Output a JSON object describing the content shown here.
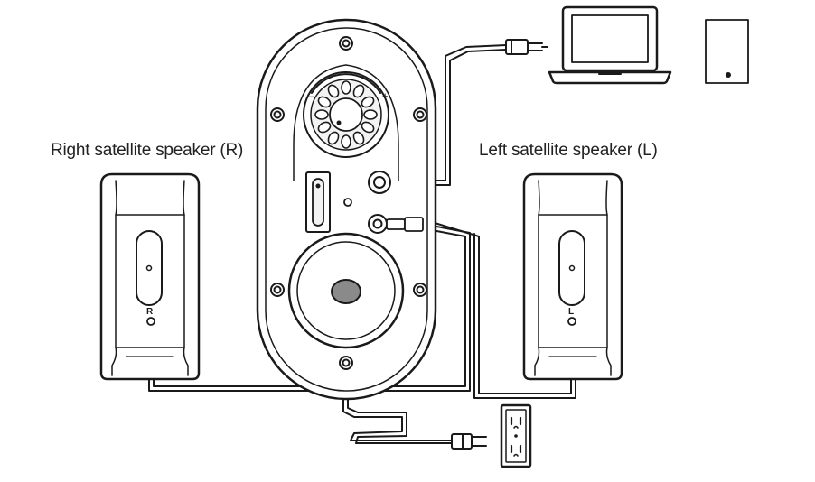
{
  "labels": {
    "right_speaker": "Right satellite speaker (R)",
    "left_speaker": "Left satellite speaker (L)",
    "right_channel_mark": "R",
    "left_channel_mark": "L",
    "volume_minus": "–",
    "volume_plus": "+"
  },
  "icons": {
    "subwoofer": "subwoofer-icon",
    "laptop": "laptop-icon",
    "audio_source_device": "audio-source-device-icon",
    "wall_outlet": "wall-outlet-icon",
    "power_plug": "power-plug-icon",
    "audio_plug": "audio-plug-icon"
  },
  "colors": {
    "line": "#1a1a1a",
    "fill": "#ffffff",
    "knob_fill": "#eeeeee",
    "grommet_fill": "#8a8a8a"
  }
}
